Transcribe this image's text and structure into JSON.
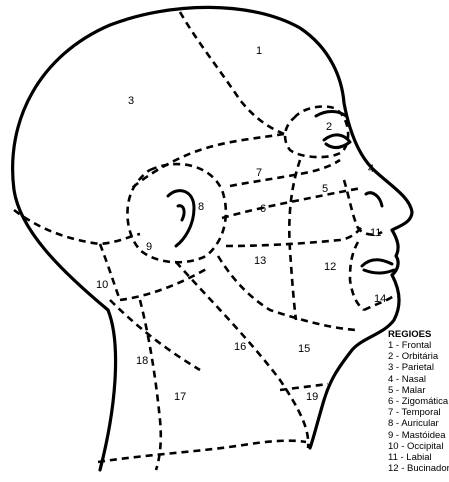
{
  "labels": [
    "1",
    "2",
    "3",
    "4",
    "5",
    "6",
    "7",
    "8",
    "9",
    "10",
    "11",
    "12",
    "13",
    "14",
    "15",
    "16",
    "17",
    "18",
    "19"
  ],
  "legend": {
    "title": "REGIÕES",
    "items": [
      "1 - Frontal",
      "2 - Orbitária",
      "3 - Parietal",
      "4 - Nasal",
      "5 - Malar",
      "6 - Zigomática",
      "7 - Temporal",
      "8 - Auricular",
      "9 - Mastóidea",
      "10 - Occipital",
      "11 - Labial",
      "12 - Bucinador"
    ]
  }
}
